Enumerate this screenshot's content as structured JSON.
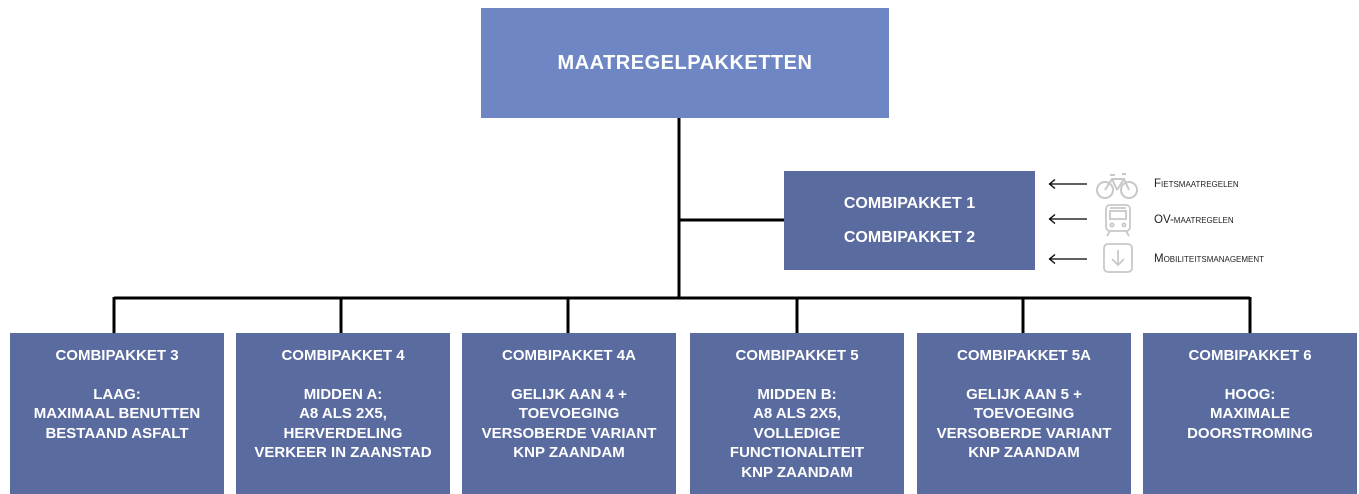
{
  "root": {
    "label": "MAATREGELPAKKETTEN"
  },
  "side_box": {
    "lines": [
      "COMBIPAKKET 1",
      "COMBIPAKKET 2"
    ]
  },
  "legend": [
    {
      "label": "Fietsmaatregelen",
      "icon": "bicycle-icon"
    },
    {
      "label": "OV-maatregelen",
      "icon": "train-icon"
    },
    {
      "label": "Mobiliteitsmanagement",
      "icon": "down-arrow-box-icon"
    }
  ],
  "packages": [
    {
      "title": "COMBIPAKKET 3",
      "desc": "LAAG:\nMAXIMAAL BENUTTEN\nBESTAAND ASFALT"
    },
    {
      "title": "COMBIPAKKET 4",
      "desc": "MIDDEN A:\nA8 ALS 2X5,\nHERVERDELING\nVERKEER IN ZAANSTAD"
    },
    {
      "title": "COMBIPAKKET 4A",
      "desc": "GELIJK AAN 4 +\nTOEVOEGING\nVERSOBERDE VARIANT\nKNP ZAANDAM"
    },
    {
      "title": "COMBIPAKKET 5",
      "desc": "MIDDEN B:\nA8 ALS 2X5,\nVOLLEDIGE\nFUNCTIONALITEIT\nKNP ZAANDAM"
    },
    {
      "title": "COMBIPAKKET 5A",
      "desc": "GELIJK AAN 5 +\nTOEVOEGING\nVERSOBERDE VARIANT\nKNP ZAANDAM"
    },
    {
      "title": "COMBIPAKKET 6",
      "desc": "HOOG:\nMAXIMALE\nDOORSTROMING"
    }
  ],
  "colors": {
    "root_fill": "#6e87c4",
    "box_fill": "#5a6ba0",
    "connector": "#000000",
    "icon": "#c8c8c8"
  }
}
